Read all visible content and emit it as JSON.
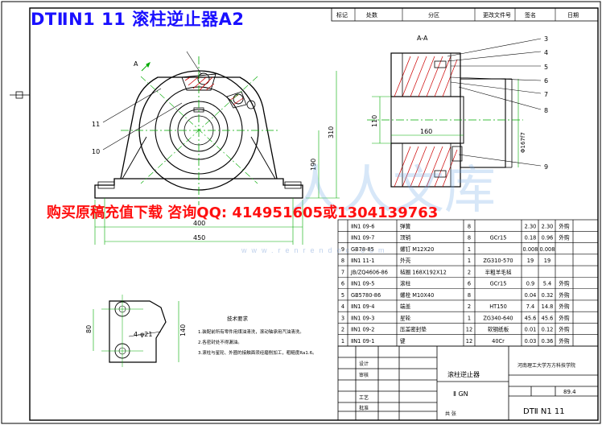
{
  "drawing": {
    "title": "DTⅡN1  11  滚柱逆止器A2",
    "advert": "购买原稿充值下载  咨询QQ:  414951605或1304139763",
    "watermark": "人人文库",
    "watermark_url": "www.renrendoc.com",
    "section_label": "A-A",
    "view_marker": "A"
  },
  "dimensions": {
    "d400": "400",
    "d450": "450",
    "d310": "310",
    "d190": "190",
    "d160": "160",
    "d110": "110",
    "d140": "140",
    "d80": "80",
    "hole": "4-φ21",
    "d_side": "Φ167f7"
  },
  "leaders": {
    "left": [
      "11",
      "10"
    ],
    "right": [
      "3",
      "4",
      "5",
      "6",
      "7",
      "8",
      "9"
    ]
  },
  "notes": {
    "heading": "技术要求",
    "items": [
      "1.装配前所有零件用煤油清洗，滚动轴承用汽油清洗。",
      "2.各密封处不得漏油。",
      "3.滚柱与星轮、外圈的接触面须经磨削加工，粗糙度Ra1.6。"
    ]
  },
  "parts": [
    {
      "no": "",
      "code": "ⅡN1 09-6",
      "name": "弹簧",
      "qty": "8",
      "mat": "",
      "w1": "2.30",
      "w2": "2.30",
      "note": "外购"
    },
    {
      "no": "",
      "code": "ⅡN1 09-7",
      "name": "顶销",
      "qty": "8",
      "mat": "GCr15",
      "w1": "0.18",
      "w2": "0.96",
      "note": "外购"
    },
    {
      "no": "9",
      "code": "GB78-85",
      "name": "螺钉  M12X20",
      "qty": "1",
      "mat": "",
      "w1": "0.008",
      "w2": "0.008",
      "note": ""
    },
    {
      "no": "8",
      "code": "ⅡN1 11-1",
      "name": "外壳",
      "qty": "1",
      "mat": "ZG310-570",
      "w1": "19",
      "w2": "19",
      "note": ""
    },
    {
      "no": "7",
      "code": "JB/ZQ4606-86",
      "name": "毡圈  168X192X12",
      "qty": "2",
      "mat": "半粗羊毛毡",
      "w1": "",
      "w2": "",
      "note": ""
    },
    {
      "no": "6",
      "code": "ⅡN1 09-5",
      "name": "滚柱",
      "qty": "6",
      "mat": "GCr15",
      "w1": "0.9",
      "w2": "5.4",
      "note": "外购"
    },
    {
      "no": "5",
      "code": "GB5780-86",
      "name": "螺栓  M10X40",
      "qty": "8",
      "mat": "",
      "w1": "0.04",
      "w2": "0.32",
      "note": "外购"
    },
    {
      "no": "4",
      "code": "ⅡN1 09-4",
      "name": "端盖",
      "qty": "2",
      "mat": "HT150",
      "w1": "7.4",
      "w2": "14.8",
      "note": "外购"
    },
    {
      "no": "3",
      "code": "ⅡN1 09-3",
      "name": "星轮",
      "qty": "1",
      "mat": "ZG340-640",
      "w1": "45.6",
      "w2": "45.6",
      "note": "外购"
    },
    {
      "no": "2",
      "code": "ⅡN1 09-2",
      "name": "压盖密封垫",
      "qty": "12",
      "mat": "软钢纸板",
      "w1": "0.01",
      "w2": "0.12",
      "note": "外购"
    },
    {
      "no": "1",
      "code": "ⅡN1 09-1",
      "name": "键",
      "qty": "12",
      "mat": "40Cr",
      "w1": "0.03",
      "w2": "0.36",
      "note": "外购"
    }
  ],
  "title_block": {
    "part_name": "滚柱逆止器",
    "code": "Ⅱ GN",
    "unit": "河南理工大学万方科技学院",
    "weight": "89.4",
    "drawing_no": "DTⅡ N1 11",
    "sign1": "设计",
    "sign2": "审核",
    "sign3": "工艺",
    "sign4": "批准",
    "sheet": "共  张"
  },
  "header_row": [
    "标记",
    "处数",
    "分区",
    "更改文件号",
    "签名",
    "日期"
  ]
}
